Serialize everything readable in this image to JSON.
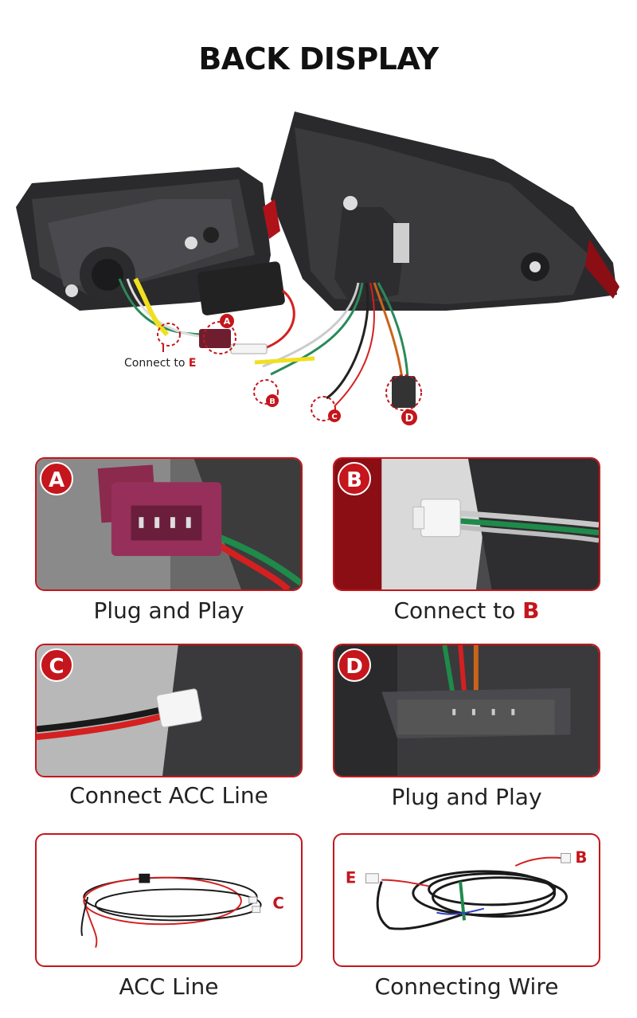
{
  "title": "BACK DISPLAY",
  "hero": {
    "markers": [
      "A",
      "B",
      "C",
      "D"
    ],
    "connect_text": "Connect to ",
    "connect_letter": "E"
  },
  "cards": [
    {
      "letter": "A",
      "caption": "Plug and Play"
    },
    {
      "letter": "B",
      "caption": "Connect to ",
      "caption_highlight": "B"
    },
    {
      "letter": "C",
      "caption": "Connect ACC Line"
    },
    {
      "letter": "D",
      "caption": "Plug and Play"
    },
    {
      "caption": "ACC Line",
      "tag": "C"
    },
    {
      "caption": "Connecting Wire",
      "tag_left": "E",
      "tag_right": "B"
    }
  ],
  "colors": {
    "accent": "#c4161c"
  }
}
